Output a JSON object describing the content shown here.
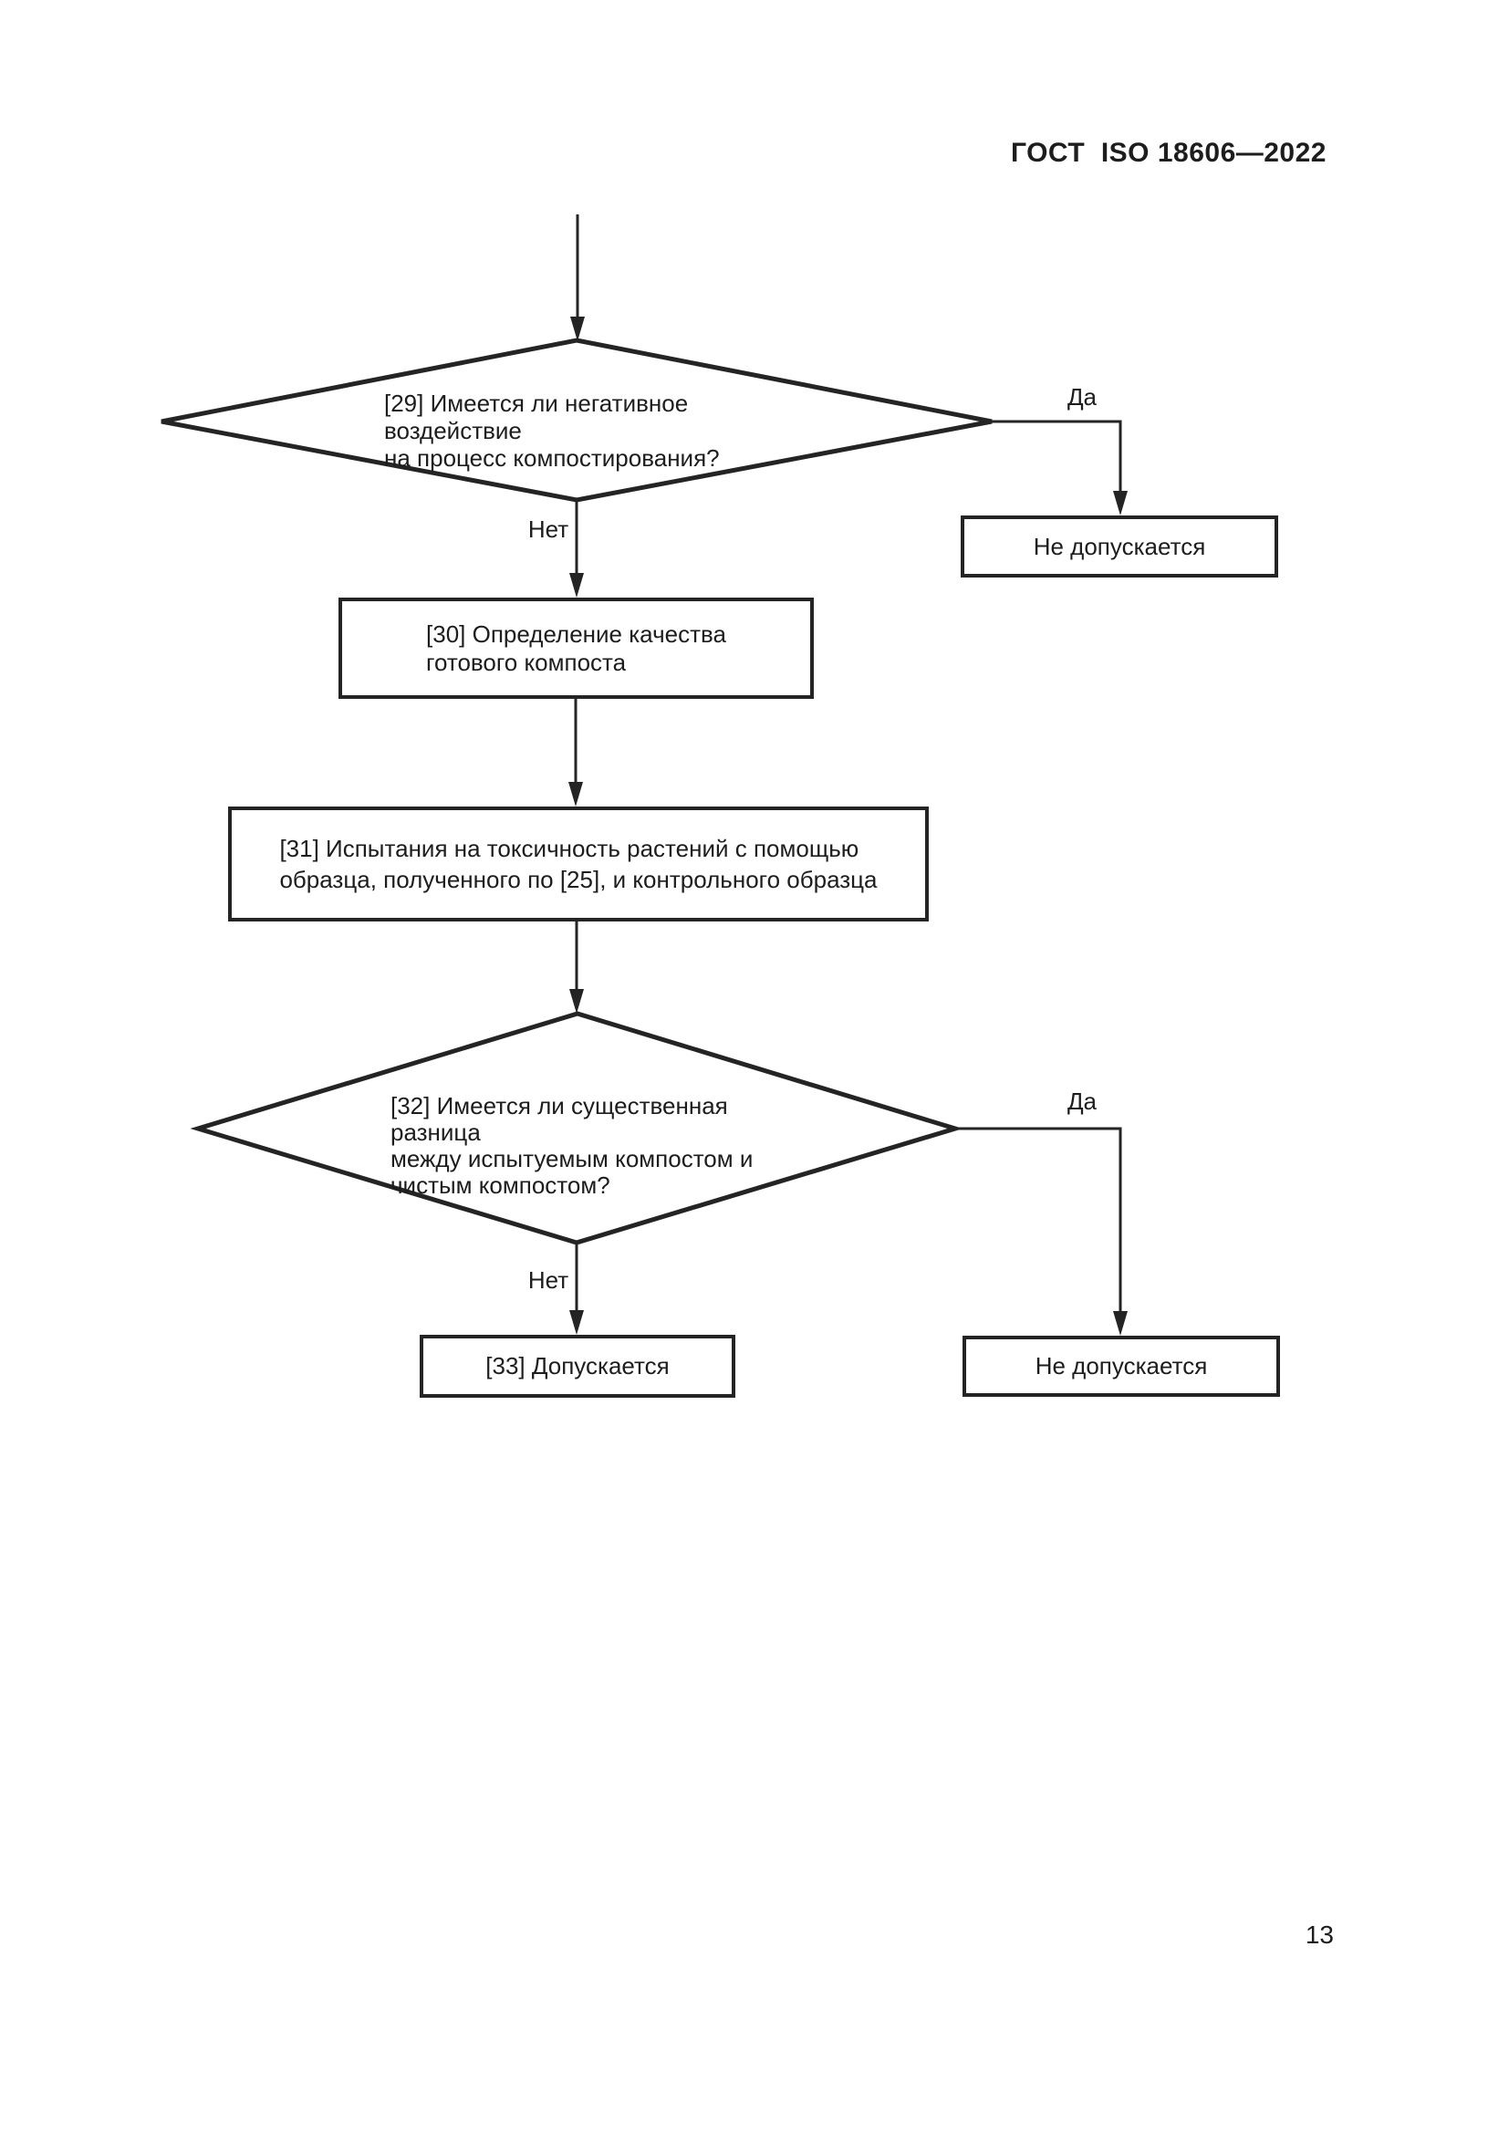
{
  "page": {
    "header_title": "ГОСТ  ISO 18606—2022",
    "page_number": "13"
  },
  "flowchart": {
    "decision_29": {
      "text": "[29] Имеется ли негативное воздействие\nна процесс компостирования?",
      "yes_label": "Да",
      "no_label": "Нет"
    },
    "not_allowed_top": {
      "text": "Не допускается"
    },
    "process_30": {
      "text": "[30] Определение качества\nготового компоста"
    },
    "process_31": {
      "text": "[31] Испытания на токсичность растений с помощью\nобразца, полученного по [25], и контрольного образца"
    },
    "decision_32": {
      "text": "[32] Имеется ли существенная разница\nмежду испытуемым компостом и\nчистым компостом?",
      "yes_label": "Да",
      "no_label": "Нет"
    },
    "allowed_33": {
      "text": "[33] Допускается"
    },
    "not_allowed_bottom": {
      "text": "Не допускается"
    }
  },
  "colors": {
    "ink": "#242424",
    "background": "#ffffff"
  }
}
